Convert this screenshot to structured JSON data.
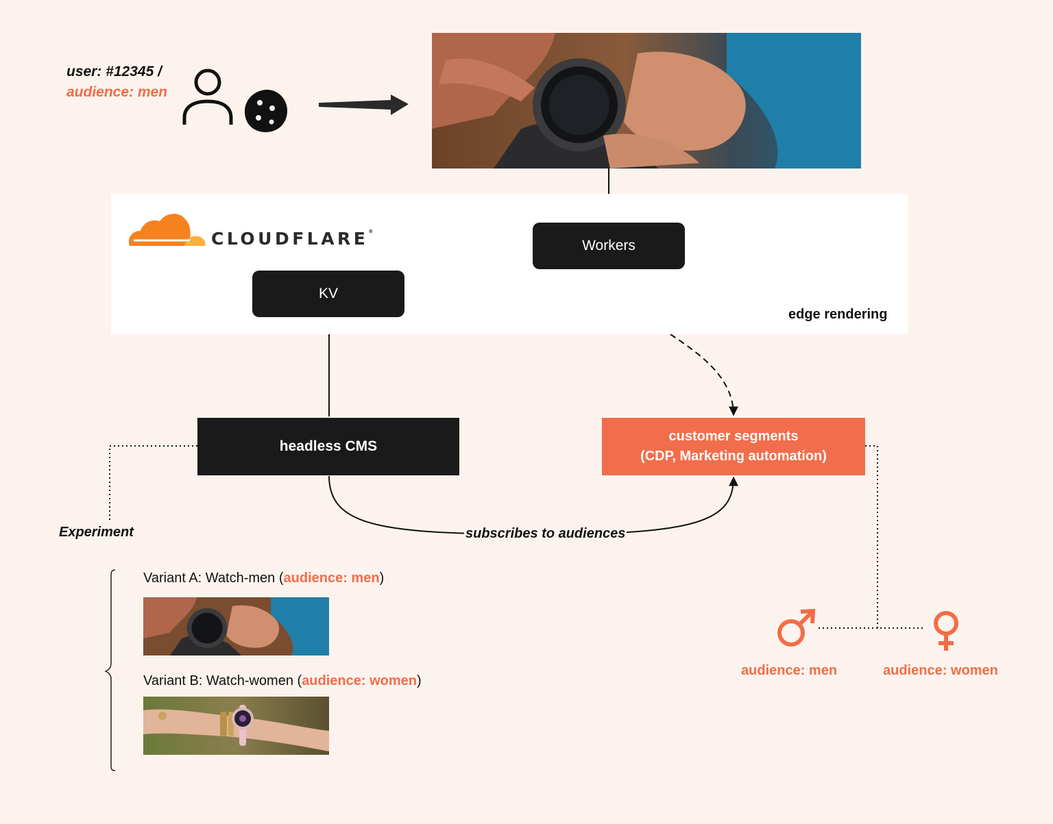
{
  "user": {
    "id_text": "user: #12345 /",
    "audience_text": "audience: men"
  },
  "icons": {
    "user": "user-icon",
    "cookie": "cookie-icon",
    "male": "male-symbol-icon",
    "female": "female-symbol-icon"
  },
  "brand": {
    "name": "CLOUDFLARE",
    "registered": "®"
  },
  "edge": {
    "label": "edge rendering"
  },
  "nodes": {
    "workers": "Workers",
    "kv": "KV",
    "cms": "headless CMS",
    "segments": {
      "line1": "customer segments",
      "line2": "(CDP, Marketing automation)"
    }
  },
  "edges": {
    "subscribes": "subscribes to audiences"
  },
  "experiment": {
    "label": "Experiment",
    "variant_a": {
      "prefix": "Variant A: Watch-men (",
      "audience": "audience: men",
      "suffix": ")"
    },
    "variant_b": {
      "prefix": "Variant B: Watch-women (",
      "audience": "audience: women",
      "suffix": ")"
    }
  },
  "audiences": {
    "men": "audience: men",
    "women": "audience: women"
  },
  "colors": {
    "accent": "#f26d4b",
    "background": "#fdf3ee",
    "node_dark": "#1a1a1a",
    "cloudflare_orange": "#f6821f",
    "cloudflare_yellow": "#fbad41"
  }
}
